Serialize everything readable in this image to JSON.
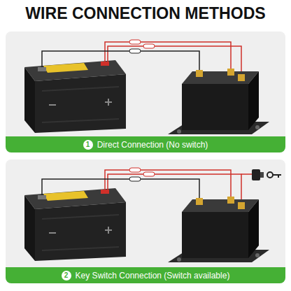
{
  "diagram": {
    "title": "WIRE CONNECTION METHODS",
    "nodes": [
      {
        "text": [
          "1",
          "Direct Connection (No switch)"
        ]
      },
      {
        "text": [
          "2",
          "Key Switch Connection (Switch available)"
        ]
      }
    ]
  }
}
